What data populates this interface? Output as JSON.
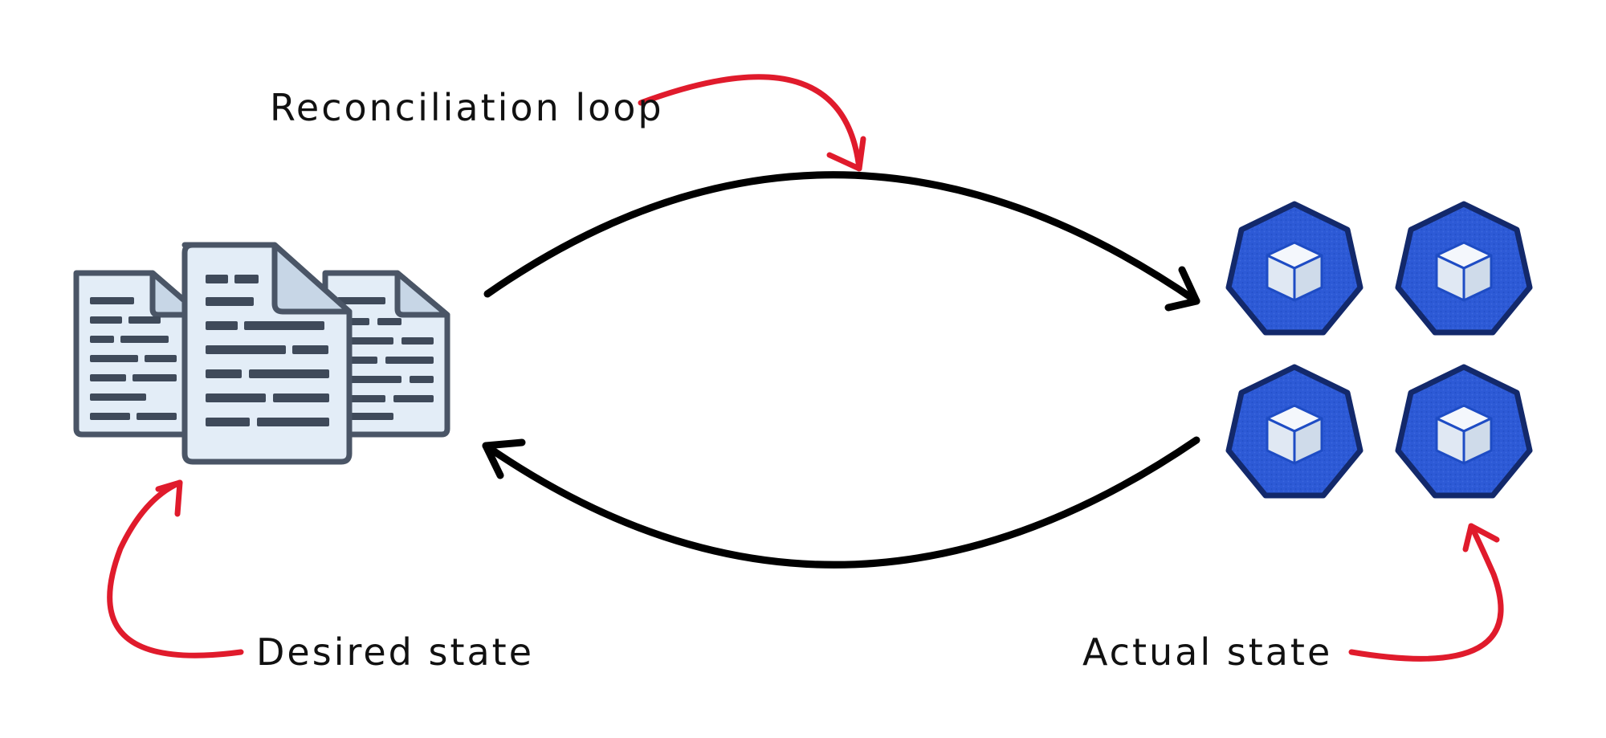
{
  "labels": {
    "reconciliation_loop": "Reconciliation loop",
    "desired_state": "Desired state",
    "actual_state": "Actual state"
  },
  "icons": {
    "documents": "documents-icon",
    "cluster_nodes": "kubernetes-node-icon",
    "cube": "cube-icon"
  },
  "colors": {
    "node_fill": "#2d5ad6",
    "node_border": "#13296b",
    "cube": "#e6eef8",
    "document_fill": "#e3edf7",
    "document_border": "#4a5566",
    "loop_arrow": "#000000",
    "annotation_arrow": "#e01b2c"
  }
}
